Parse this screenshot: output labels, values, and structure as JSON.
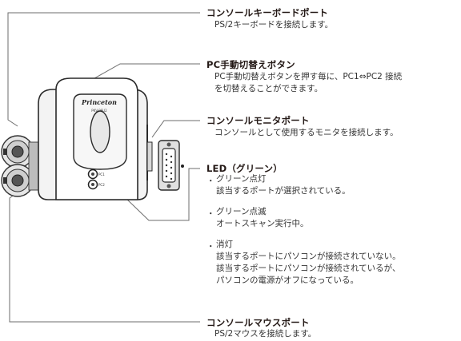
{
  "device": {
    "brand": "Princeton",
    "model": "PKV-PSU2",
    "led1_label": "PC1",
    "led2_label": "PC2"
  },
  "callouts": {
    "keyboard_port": {
      "title": "コンソールキーボードポート",
      "desc": "PS/2キーボードを接続します。"
    },
    "switch_button": {
      "title": "PC手動切替えボタン",
      "desc_line1": "PC手動切替えボタンを押す毎に、PC1⇔PC2 接続",
      "desc_line2": "を切替えることができます。"
    },
    "monitor_port": {
      "title": "コンソールモニタポート",
      "desc": "コンソールとして使用するモニタを接続します。"
    },
    "led": {
      "title": "LED（グリーン）",
      "bullet": "・",
      "items": [
        {
          "head": "グリーン点灯",
          "lines": [
            "該当するポートが選択されている。"
          ]
        },
        {
          "head": "グリーン点滅",
          "lines": [
            "オートスキャン実行中。"
          ]
        },
        {
          "head": "消灯",
          "lines": [
            "該当するポートにパソコンが接続されていない。",
            "該当するポートにパソコンが接続されているが、",
            "パソコンの電源がオフになっている。"
          ]
        }
      ]
    },
    "mouse_port": {
      "title": "コンソールマウスポート",
      "desc": "PS/2マウスを接続します。"
    }
  }
}
